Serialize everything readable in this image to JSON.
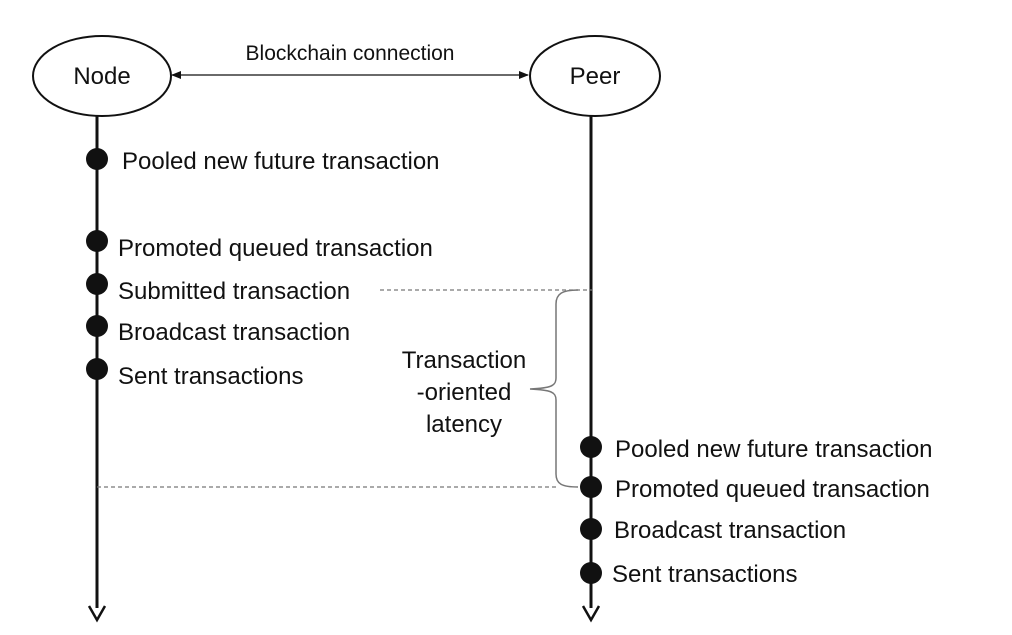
{
  "diagram": {
    "left_actor": "Node",
    "right_actor": "Peer",
    "connection_label": "Blockchain connection",
    "node_events": [
      "Pooled new future transaction",
      "Promoted queued transaction",
      "Submitted transaction",
      "Broadcast transaction",
      "Sent transactions"
    ],
    "peer_events": [
      "Pooled new future transaction",
      "Promoted queued transaction",
      "Broadcast transaction",
      "Sent transactions"
    ],
    "latency_label_lines": [
      "Transaction",
      "-oriented",
      "latency"
    ]
  }
}
